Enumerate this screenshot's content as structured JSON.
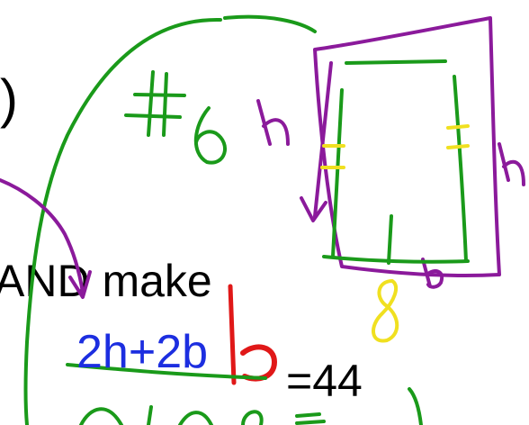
{
  "typed_text": {
    "paren": ")",
    "and_make": "AND make"
  },
  "handwriting": {
    "problem_label": "#6",
    "side_h_left": "h",
    "side_h_right": "h",
    "side_b": "b",
    "value_8": "8",
    "equation_sum": "2h+2b",
    "equation_b_label": "b",
    "equals_44": "=44"
  },
  "colors": {
    "background": "#ffffff",
    "typed_text": "#000000",
    "green_ink": "#1a9a1a",
    "purple_ink": "#8b1a9b",
    "yellow_ink": "#f0e020",
    "blue_ink": "#1c2ee0",
    "red_ink": "#e01818",
    "black_ink": "#000000"
  }
}
